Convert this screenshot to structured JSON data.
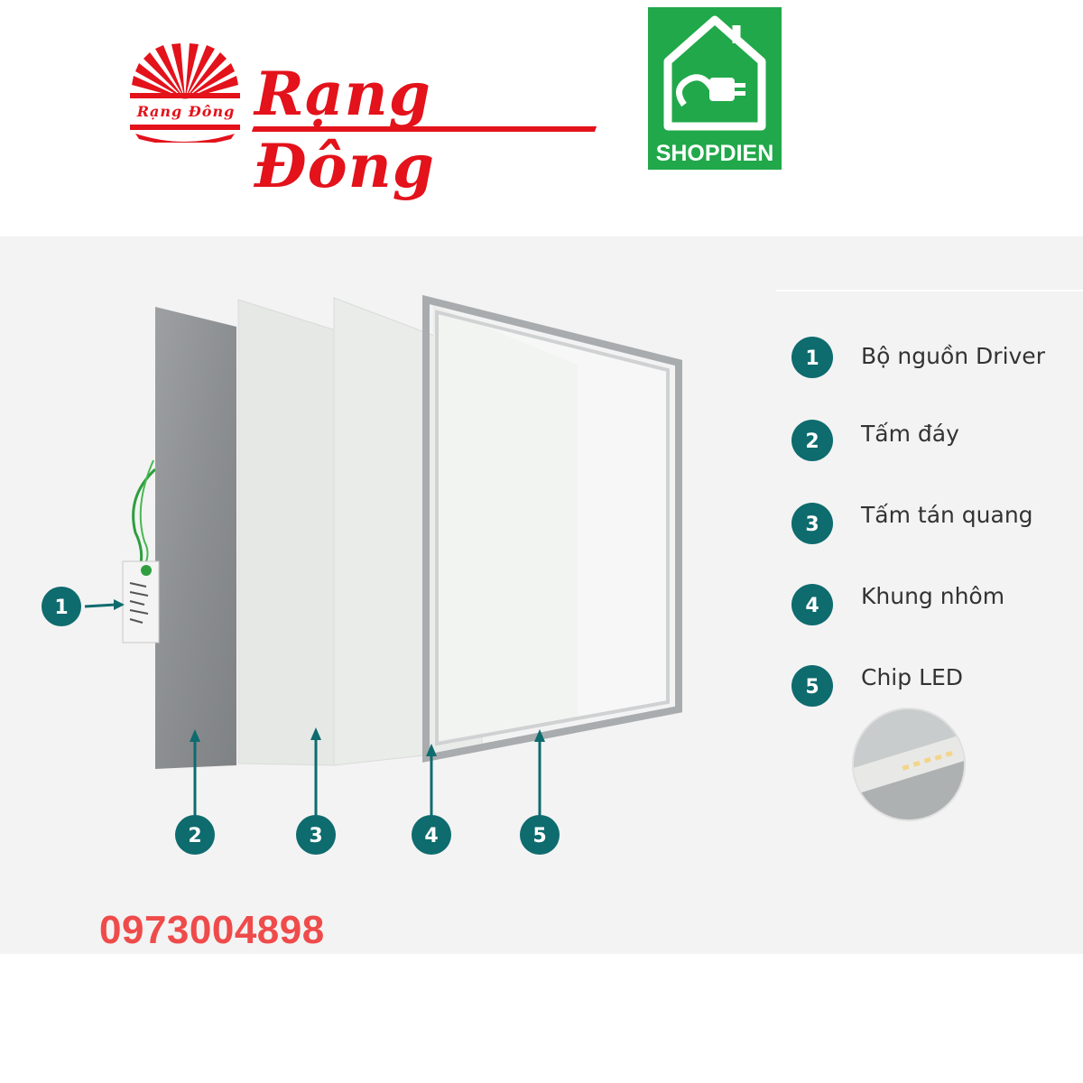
{
  "brand": {
    "name": "Rạng Đông",
    "emblem_text": "Rạng Đông",
    "color": "#e3121b"
  },
  "shop_badge": {
    "label": "SHOPDIEN",
    "color": "#21a84a",
    "icon": "house-plug-icon"
  },
  "diagram": {
    "callouts": [
      "1",
      "2",
      "3",
      "4",
      "5"
    ],
    "legend": [
      {
        "num": "1",
        "label": "Bộ nguồn Driver"
      },
      {
        "num": "2",
        "label": "Tấm đáy"
      },
      {
        "num": "3",
        "label": "Tấm tán quang"
      },
      {
        "num": "4",
        "label": "Khung nhôm"
      },
      {
        "num": "5",
        "label": "Chip LED"
      }
    ],
    "circle_color": "#0e6b6e"
  },
  "contact": {
    "phone": "0973004898",
    "color": "#ef4b4b"
  }
}
